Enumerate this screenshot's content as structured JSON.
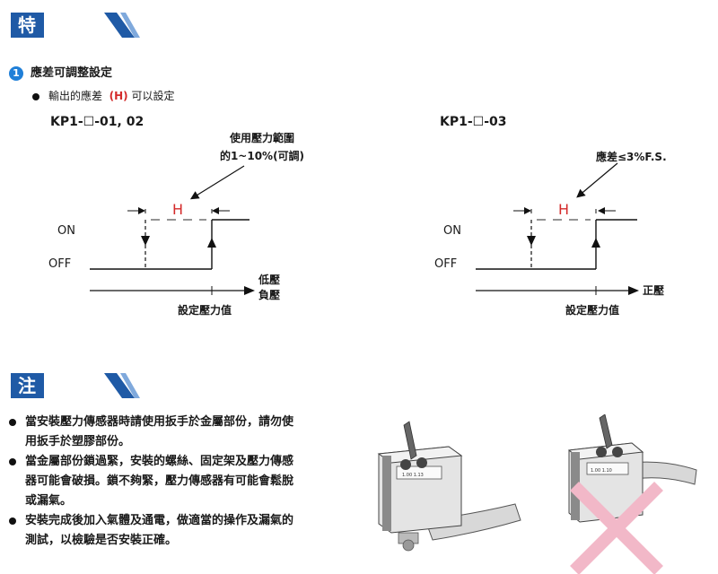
{
  "sections": {
    "features_title": "特性說明",
    "cautions_title": "注意事項"
  },
  "feature": {
    "number": "1",
    "title": "應差可調整設定",
    "bullet_prefix": "輸出的應差",
    "bullet_highlight": "(H)",
    "bullet_suffix": "可以設定"
  },
  "diagram_left": {
    "model": "KP1-☐-01, 02",
    "note_line1": "使用壓力範圍",
    "note_line2": "的1~10%(可調)",
    "h_label": "H",
    "on_label": "ON",
    "off_label": "OFF",
    "axis_label_1": "低壓",
    "axis_label_2": "負壓",
    "set_label": "設定壓力值"
  },
  "diagram_right": {
    "model": "KP1-☐-03",
    "note": "應差≤3%F.S.",
    "h_label": "H",
    "on_label": "ON",
    "off_label": "OFF",
    "axis_label": "正壓",
    "set_label": "設定壓力值"
  },
  "cautions": [
    {
      "line1": "當安裝壓力傳感器時請使用扳手於金屬部份，請勿使",
      "line2": "用扳手於塑膠部份。",
      "line3": ""
    },
    {
      "line1": "當金屬部份鎖過緊，安裝的螺絲、固定架及壓力傳感",
      "line2": "器可能會破損。鎖不夠緊，壓力傳感器有可能會鬆脫",
      "line3": "或漏氣。"
    },
    {
      "line1": "安裝完成後加入氣體及通電，做適當的操作及漏氣的",
      "line2": "測試，以檢驗是否安裝正確。",
      "line3": ""
    }
  ],
  "colors": {
    "header_blue": "#1f5aa6",
    "badge_blue": "#1f7fd8",
    "h_red": "#d42a2a",
    "cross_pink": "#f2b8c8"
  }
}
